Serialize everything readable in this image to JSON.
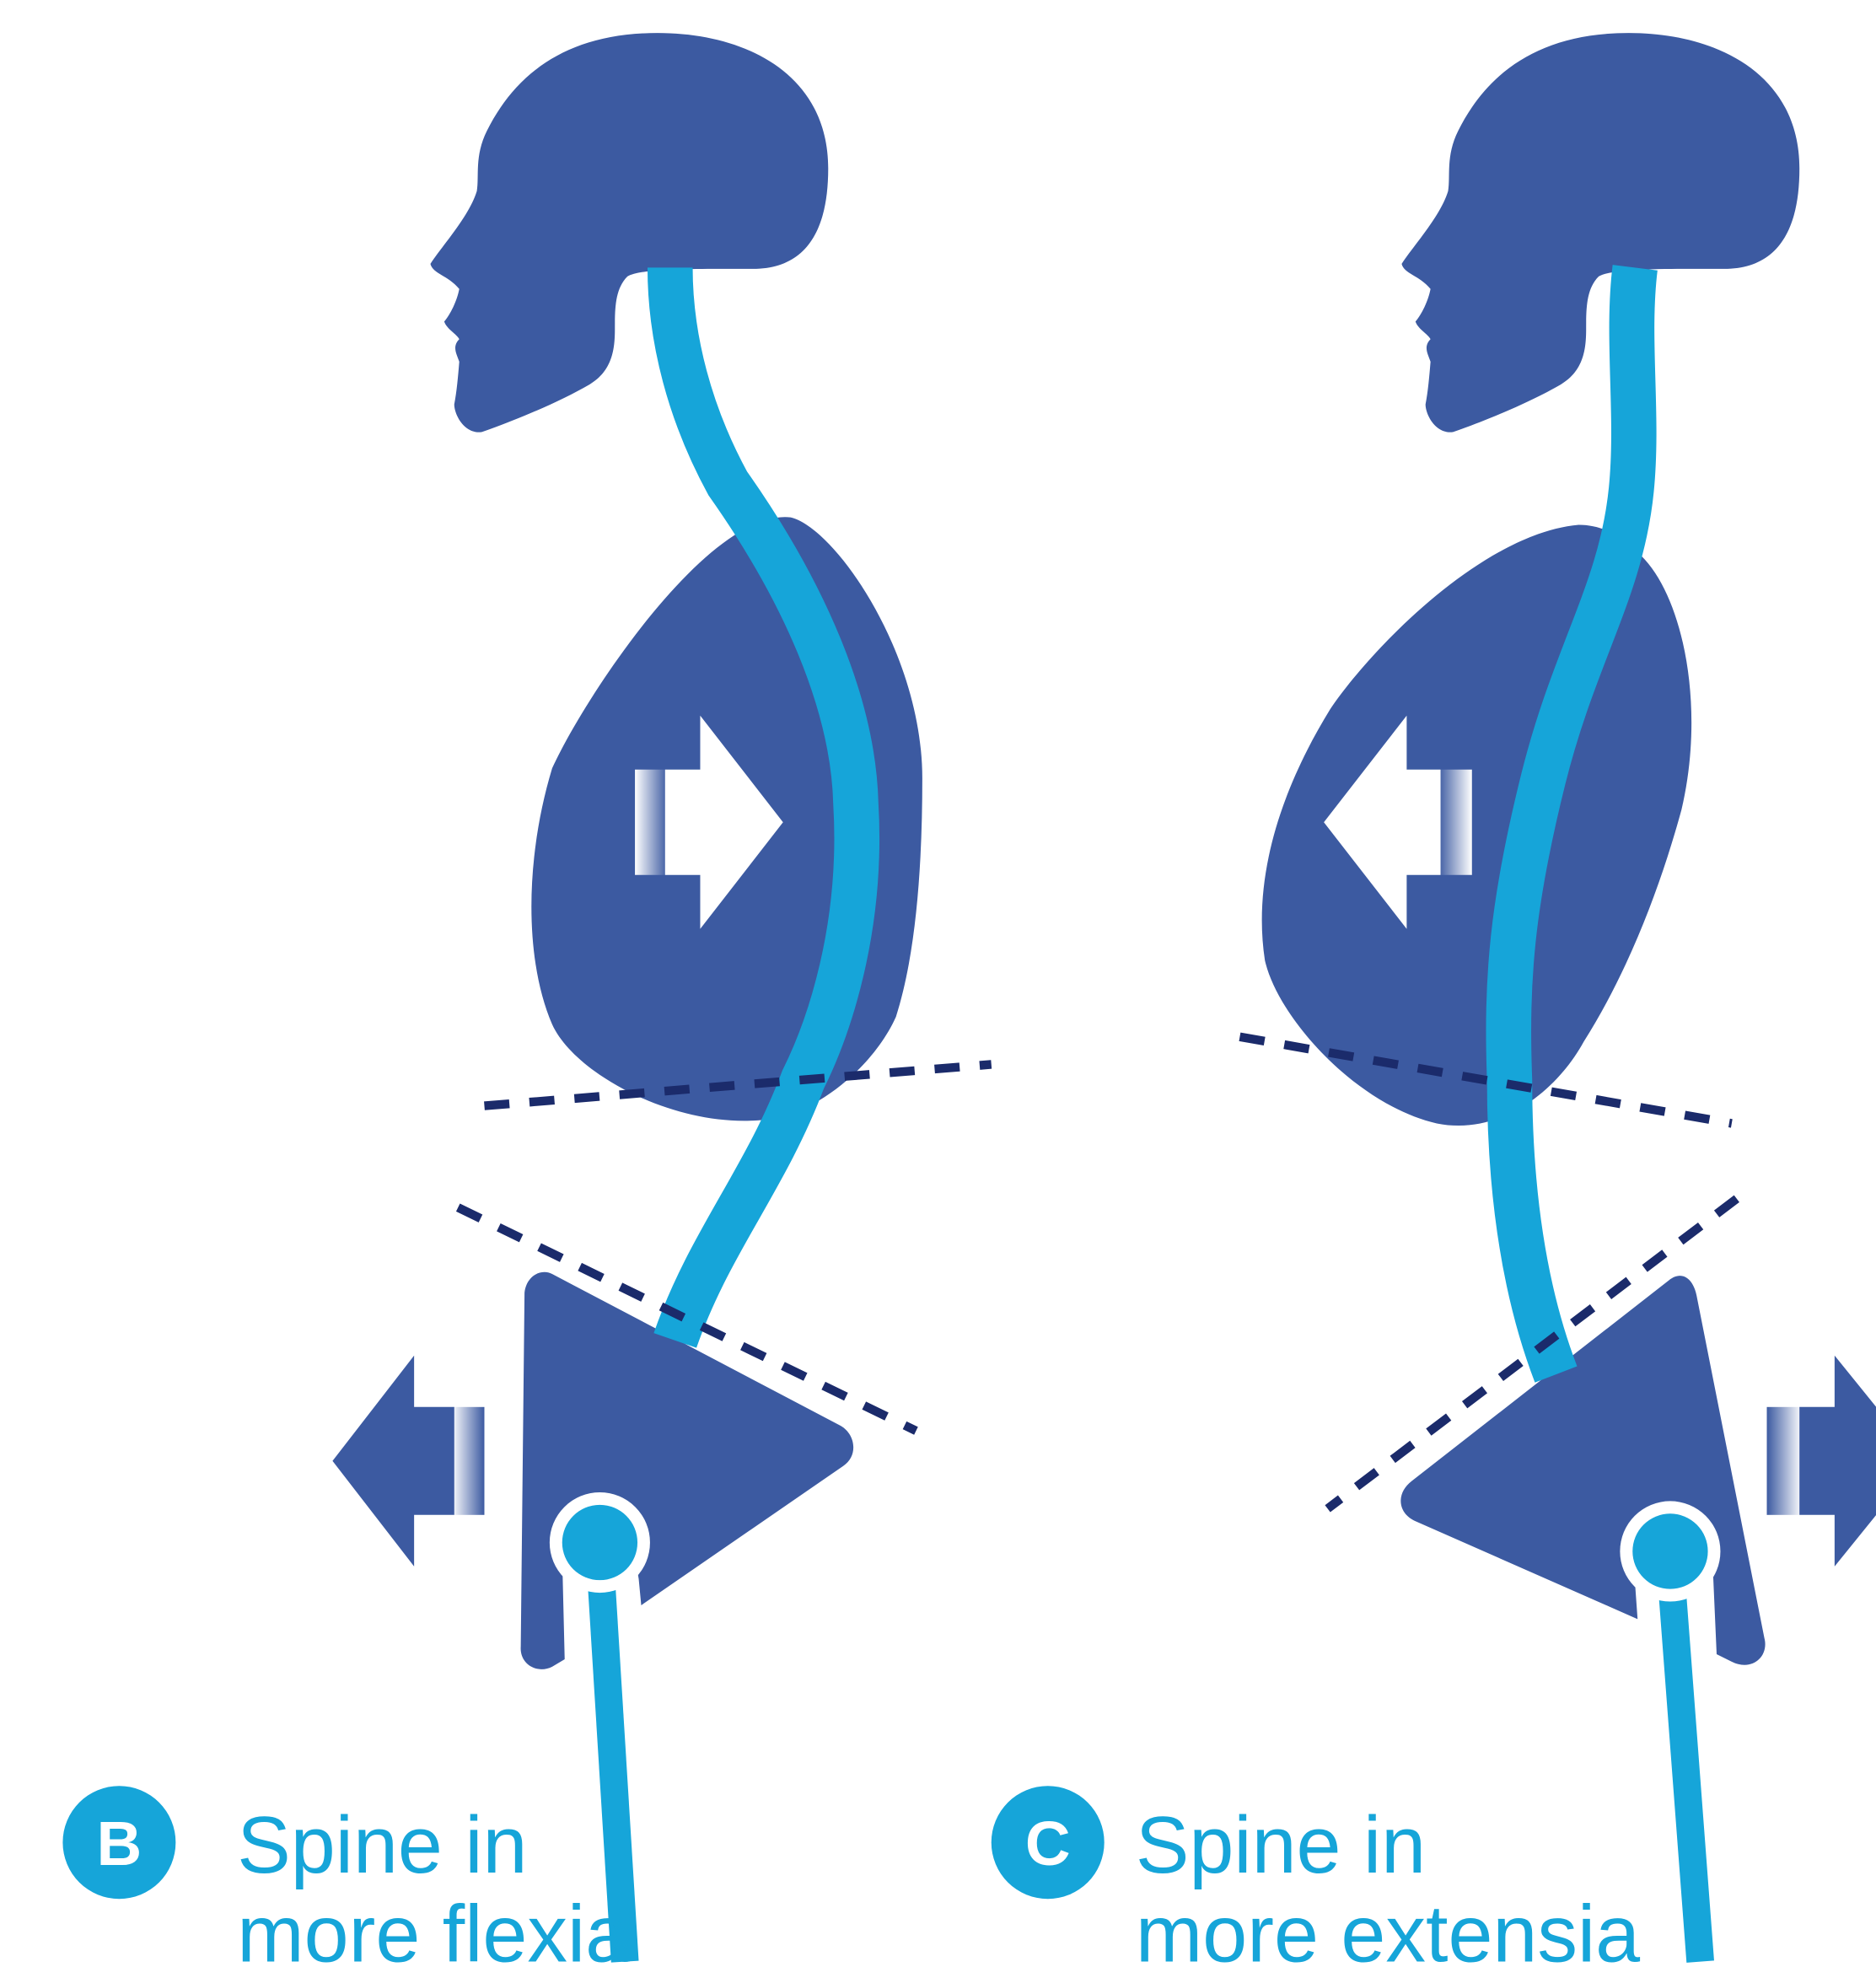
{
  "colors": {
    "body": "#3c5aa1",
    "spine": "#16a5d9",
    "dash": "#1b2b6b",
    "background": "#ffffff"
  },
  "icons": {
    "head": "head-icon",
    "arrow": "arrow-icon",
    "hip_joint": "hip-joint-icon"
  },
  "panels": [
    {
      "badge": "B",
      "label_line1": "Spine in",
      "label_line2": "more flexia"
    },
    {
      "badge": "C",
      "label_line1": "Spine in",
      "label_line2": "more extensia"
    }
  ]
}
